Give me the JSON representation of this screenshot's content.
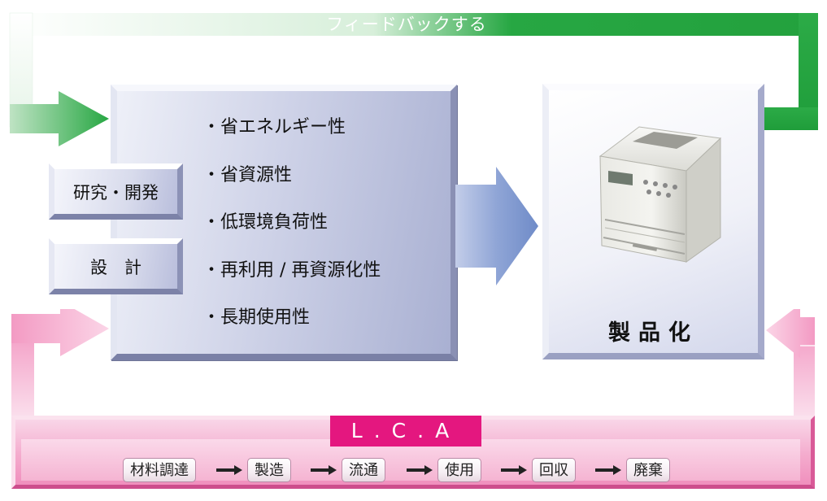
{
  "feedback": {
    "label": "フィードバックする"
  },
  "side_boxes": {
    "research": "研究・開発",
    "design": "設　計"
  },
  "features": [
    "・省エネルギー性",
    "・省資源性",
    "・低環境負荷性",
    "・再利用 / 再資源化性",
    "・長期使用性"
  ],
  "product": {
    "label": "製品化",
    "image": "laser-printer"
  },
  "lca": {
    "title": "L.C.A",
    "steps": [
      "材料調達",
      "製造",
      "流通",
      "使用",
      "回収",
      "廃棄"
    ]
  },
  "colors": {
    "feedback_green": "#27a743",
    "lca_pink": "#e4177f",
    "band_pink": "#f39ac3",
    "flow_blue": "#7d96cc"
  }
}
